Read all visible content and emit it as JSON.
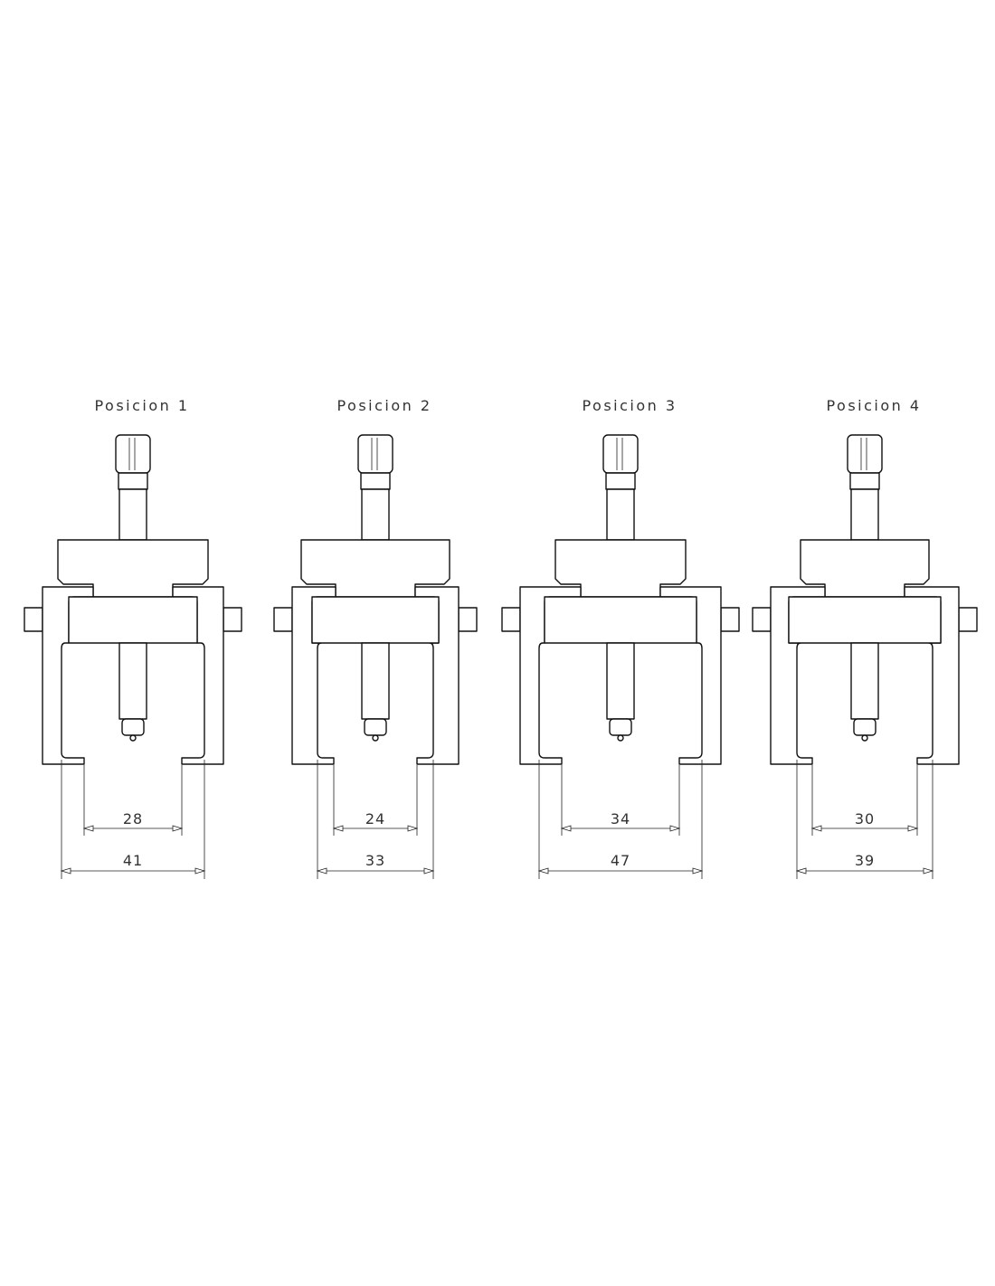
{
  "drawing": {
    "positions": [
      {
        "title": "Posicion 1",
        "inner_dimension": "28",
        "outer_dimension": "41"
      },
      {
        "title": "Posicion 2",
        "inner_dimension": "24",
        "outer_dimension": "33"
      },
      {
        "title": "Posicion 3",
        "inner_dimension": "34",
        "outer_dimension": "47"
      },
      {
        "title": "Posicion 4",
        "inner_dimension": "30",
        "outer_dimension": "39"
      }
    ]
  }
}
